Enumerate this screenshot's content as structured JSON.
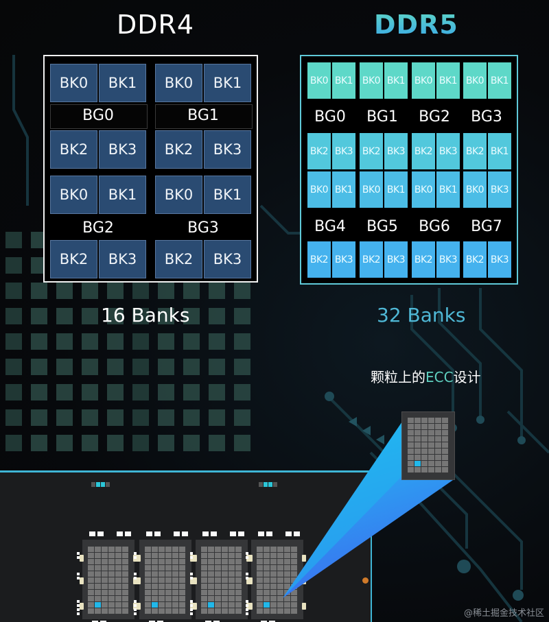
{
  "titles": {
    "ddr4": "DDR4",
    "ddr5": "DDR5"
  },
  "ddr4": {
    "caption": "16 Banks",
    "bank_groups": [
      {
        "label": "BG0",
        "top_banks": [
          "BK0",
          "BK1"
        ],
        "bottom_banks": [
          "BK2",
          "BK3"
        ]
      },
      {
        "label": "BG1",
        "top_banks": [
          "BK0",
          "BK1"
        ],
        "bottom_banks": [
          "BK2",
          "BK3"
        ]
      },
      {
        "label": "BG2",
        "top_banks": [
          "BK0",
          "BK1"
        ],
        "bottom_banks": [
          "BK2",
          "BK3"
        ]
      },
      {
        "label": "BG3",
        "top_banks": [
          "BK0",
          "BK1"
        ],
        "bottom_banks": [
          "BK2",
          "BK3"
        ]
      }
    ]
  },
  "ddr5": {
    "caption": "32 Banks",
    "rows": [
      [
        "BK0",
        "BK1",
        "BK0",
        "BK1",
        "BK0",
        "BK1",
        "BK0",
        "BK1"
      ],
      [
        "BK2",
        "BK3",
        "BK2",
        "BK3",
        "BK2",
        "BK3",
        "BK2",
        "BK1"
      ],
      [
        "BK0",
        "BK1",
        "BK0",
        "BK1",
        "BK0",
        "BK1",
        "BK0",
        "BK3"
      ],
      [
        "BK2",
        "BK3",
        "BK2",
        "BK3",
        "BK2",
        "BK3",
        "BK2",
        "BK3"
      ]
    ],
    "group_labels_top": [
      "BG0",
      "BG1",
      "BG2",
      "BG3"
    ],
    "group_labels_bottom": [
      "BG4",
      "BG5",
      "BG6",
      "BG7"
    ]
  },
  "ecc_caption": {
    "prefix": "颗粒上的",
    "highlight": "ECC",
    "suffix": "设计"
  },
  "watermark": "@稀土掘金技术社区",
  "colors": {
    "ddr4_bank": "#2a4b72",
    "ddr5_row1": "#5ed8c8",
    "ddr5_row2": "#52c8dc",
    "ddr5_row3": "#4cbde6",
    "ddr5_row4": "#45b2ee",
    "ddr5_caption": "#4fb8d6",
    "ecc_highlight": "#5fd0c0",
    "ecc_cell": "#21b8ea"
  }
}
